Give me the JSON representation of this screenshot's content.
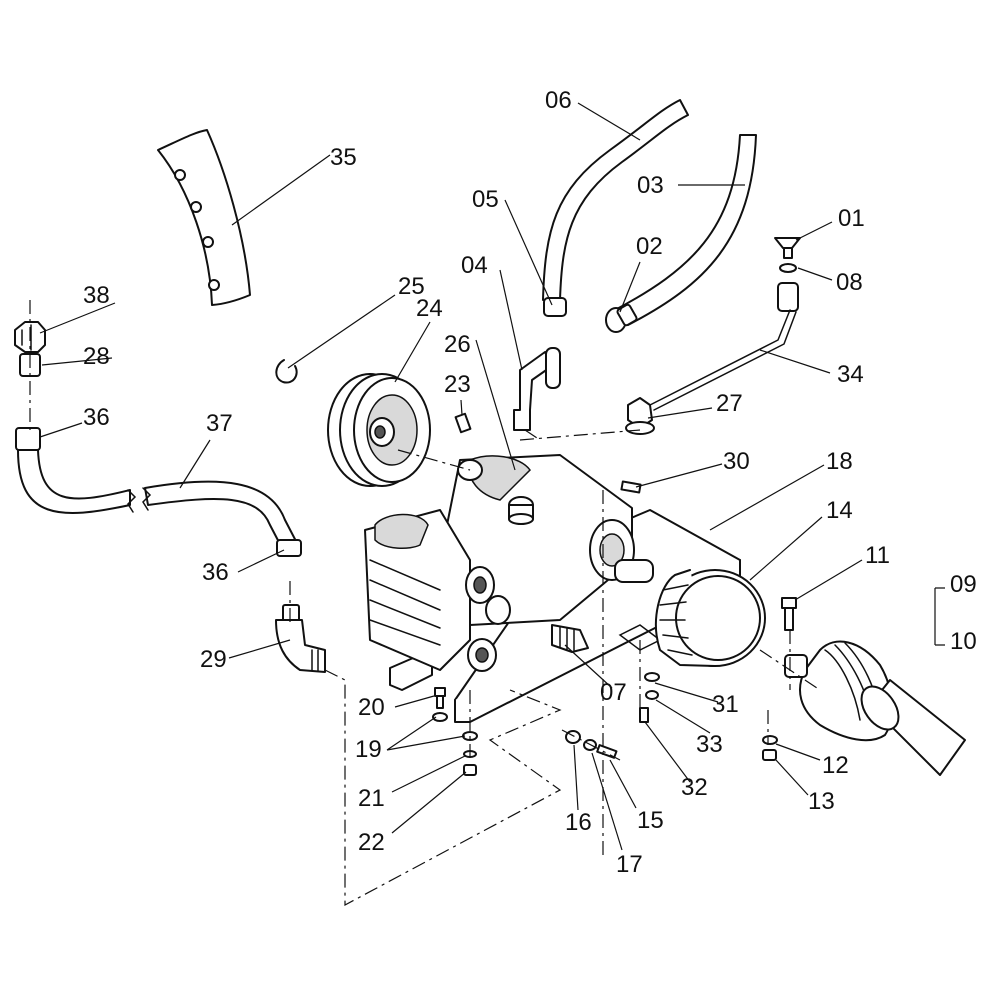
{
  "callouts": {
    "c01": "01",
    "c02": "02",
    "c03": "03",
    "c04": "04",
    "c05": "05",
    "c06": "06",
    "c07": "07",
    "c08": "08",
    "c09": "09",
    "c10": "10",
    "c11": "11",
    "c12": "12",
    "c13": "13",
    "c14": "14",
    "c15": "15",
    "c16": "16",
    "c17": "17",
    "c18": "18",
    "c19": "19",
    "c20": "20",
    "c21": "21",
    "c22": "22",
    "c23": "23",
    "c24": "24",
    "c25": "25",
    "c26": "26",
    "c27": "27",
    "c28": "28",
    "c29": "29",
    "c30": "30",
    "c31": "31",
    "c32": "32",
    "c33": "33",
    "c34": "34",
    "c35": "35",
    "c36a": "36",
    "c36b": "36",
    "c37": "37",
    "c38": "38"
  }
}
